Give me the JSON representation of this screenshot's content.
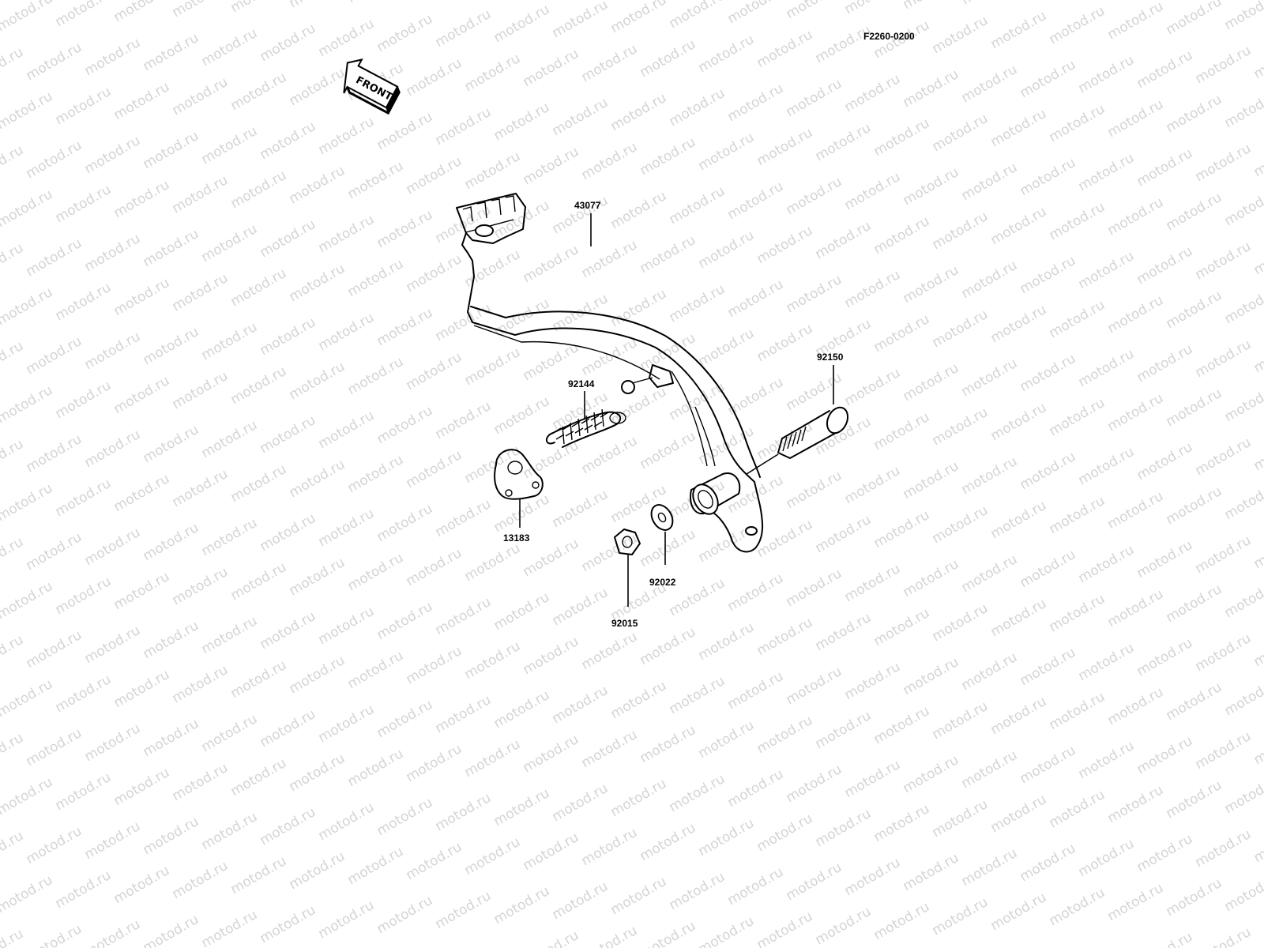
{
  "diagram": {
    "figure_code": "F2260-0200",
    "front_marker": "FRONT",
    "watermark": "motod.ru",
    "parts": [
      {
        "id": "brake-pedal",
        "number": "43077"
      },
      {
        "id": "spring",
        "number": "92144"
      },
      {
        "id": "bolt",
        "number": "92150"
      },
      {
        "id": "plate",
        "number": "13183"
      },
      {
        "id": "washer",
        "number": "92022"
      },
      {
        "id": "nut",
        "number": "92015"
      }
    ]
  }
}
